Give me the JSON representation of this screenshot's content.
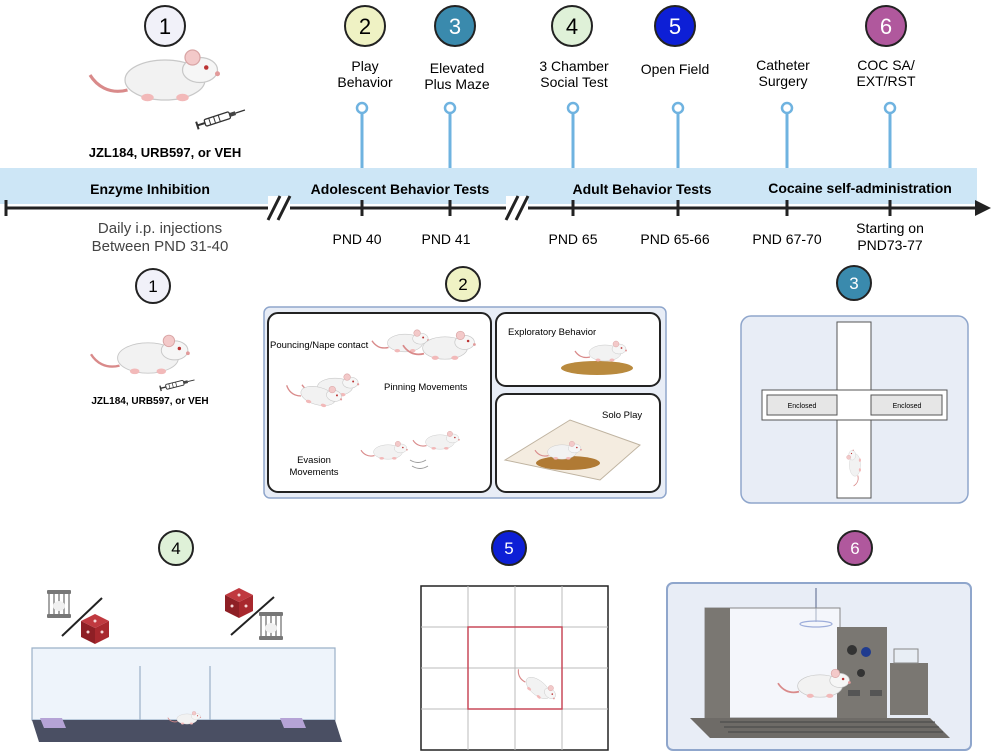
{
  "colors": {
    "timeline_band": "#cde6f6",
    "pin": "#6fb3e0",
    "c1": "#f1f1f9",
    "c2": "#eff2c4",
    "c3": "#3a8aad",
    "c4": "#dff1d8",
    "c5": "#0d1fd6",
    "c6": "#b0589d",
    "panel_bg": "#e8edf6",
    "panel_border": "#8fa6cc"
  },
  "header": {
    "m1": {
      "num": "1",
      "drug": "JZL184, URB597, or VEH"
    },
    "m2": {
      "num": "2",
      "line1": "Play",
      "line2": "Behavior"
    },
    "m3": {
      "num": "3",
      "line1": "Elevated",
      "line2": "Plus Maze"
    },
    "m4": {
      "num": "4",
      "line1": "3 Chamber",
      "line2": "Social Test"
    },
    "m5": {
      "num": "5",
      "line1": "Open Field"
    },
    "m6": {
      "line1": "Catheter",
      "line2": "Surgery"
    },
    "m7": {
      "num": "6",
      "line1": "COC SA/",
      "line2": "EXT/RST"
    }
  },
  "timeline": {
    "phases": [
      "Enzyme Inhibition",
      "Adolescent Behavior Tests",
      "Adult Behavior Tests",
      "Cocaine self-administration"
    ],
    "inj1": "Daily i.p. injections",
    "inj2": "Between PND 31-40",
    "ticks": [
      "PND 40",
      "PND 41",
      "PND 65",
      "PND 65-66",
      "PND 67-70"
    ],
    "start1": "Starting on",
    "start2": "PND73-77"
  },
  "panel1": {
    "num": "1",
    "drug": "JZL184, URB597, or VEH"
  },
  "panel2": {
    "num": "2",
    "pouncing": "Pouncing/Nape contact",
    "pinning": "Pinning Movements",
    "evasion1": "Evasion",
    "evasion2": "Movements",
    "exploratory": "Exploratory Behavior",
    "solo": "Solo Play"
  },
  "panel3": {
    "num": "3",
    "enclosed_left": "Enclosed",
    "enclosed_right": "Enclosed"
  },
  "panel4": {
    "num": "4"
  },
  "panel5": {
    "num": "5"
  },
  "panel6": {
    "num": "6"
  }
}
